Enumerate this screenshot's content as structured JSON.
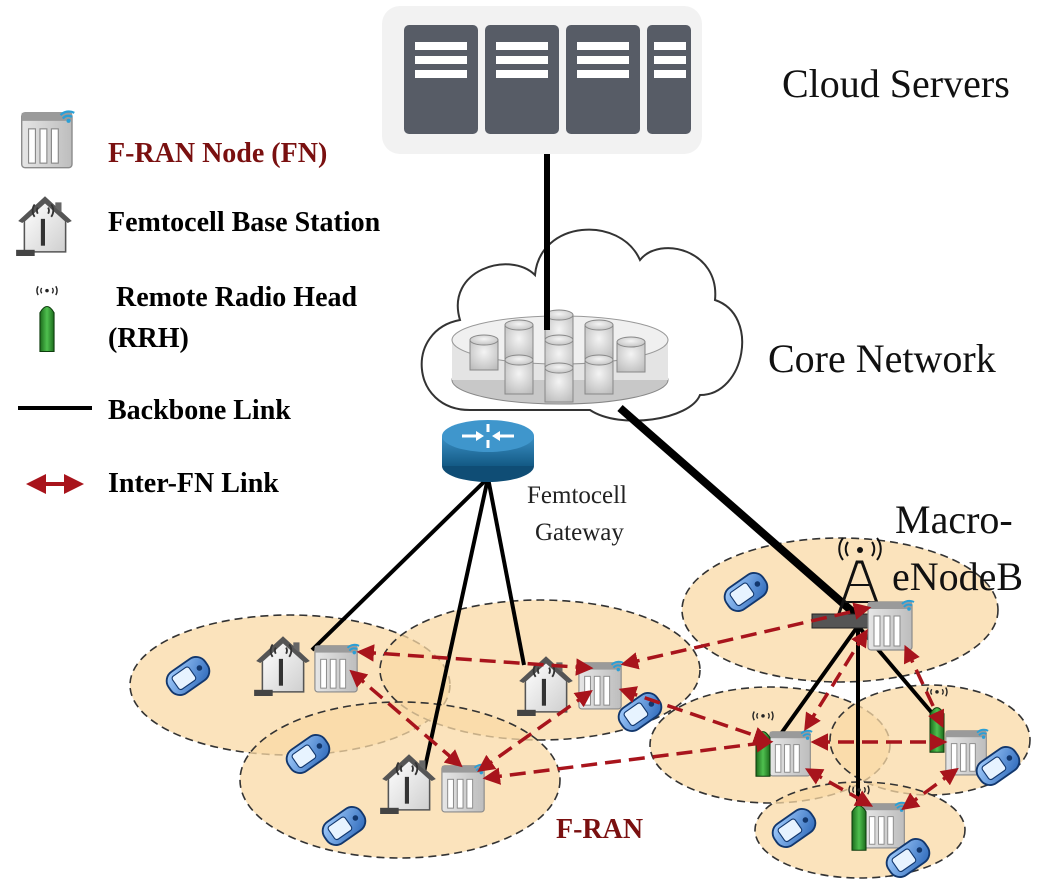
{
  "labels": {
    "cloud_servers": "Cloud Servers",
    "core_network": "Core Network",
    "femtocell_gateway_line1": "Femtocell",
    "femtocell_gateway_line2": "Gateway",
    "macro_line1": "Macro-",
    "macro_line2": "eNodeB",
    "fran": "F-RAN"
  },
  "legend": {
    "fn": "F-RAN Node (FN)",
    "femto": "Femtocell Base Station",
    "rrh_line1": "Remote Radio Head",
    "rrh_line2": "(RRH)",
    "backbone": "Backbone Link",
    "interfn": "Inter-FN Link"
  },
  "colors": {
    "accent_red": "#a8141c",
    "cell_fill": "#f9d9a6",
    "router_blue": "#1f6e9e",
    "rrh_green": "#2e8b2e",
    "phone_blue": "#3a7fd0"
  }
}
